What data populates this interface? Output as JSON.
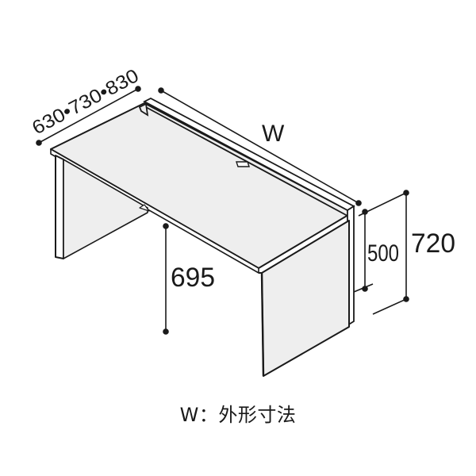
{
  "diagram": {
    "subject": "desk",
    "dimensions": {
      "depth_label": "630•730•830",
      "width_label": "W",
      "panel_height_label": "500",
      "total_height_label": "720",
      "knee_clearance_label": "695"
    },
    "caption": "W：外形寸法",
    "colors": {
      "line": "#1a1a1a",
      "surface": "#eeeeee",
      "background": "#ffffff"
    }
  }
}
